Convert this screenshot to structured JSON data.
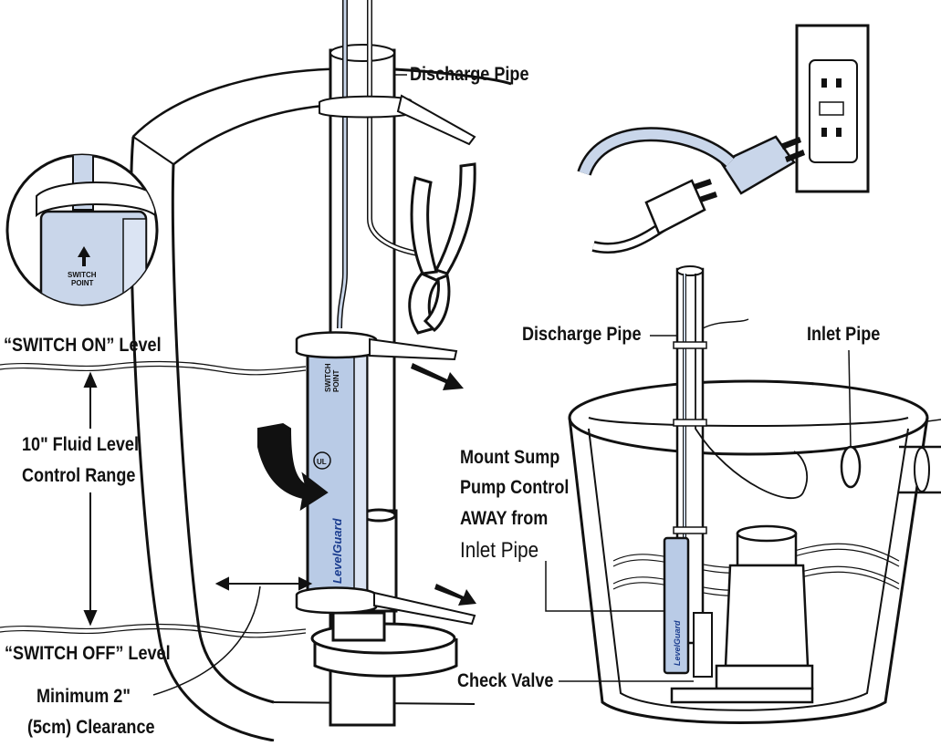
{
  "labels": {
    "discharge_pipe_left": "Discharge Pipe",
    "discharge_pipe_right": "Discharge Pipe",
    "inlet_pipe": "Inlet Pipe",
    "switch_on": "“SWITCH ON” Level",
    "switch_off": "“SWITCH OFF” Level",
    "range_line1": "10\" Fluid Level",
    "range_line2": "Control Range",
    "clearance_line1": "Minimum 2\"",
    "clearance_line2": "(5cm) Clearance",
    "mount_line1": "Mount Sump",
    "mount_line2": "Pump Control",
    "mount_line3": "AWAY from",
    "mount_line4": "Inlet Pipe",
    "check_valve": "Check Valve"
  },
  "inset": {
    "switch_line1": "SWITCH",
    "switch_line2": "POINT"
  },
  "device": {
    "brand": "LevelGuard",
    "top_text_line1": "SWITCH",
    "top_text_line2": "POINT"
  },
  "colors": {
    "line": "#111111",
    "fill_white": "#ffffff",
    "accent_blue": "#c9d6ea",
    "device_blue": "#b9cbe6",
    "shade": "#e6e6e6"
  },
  "icons": [
    "rotate-arrow-icon",
    "pull-arrow-icon",
    "double-arrow-icon",
    "ul-mark-icon"
  ]
}
